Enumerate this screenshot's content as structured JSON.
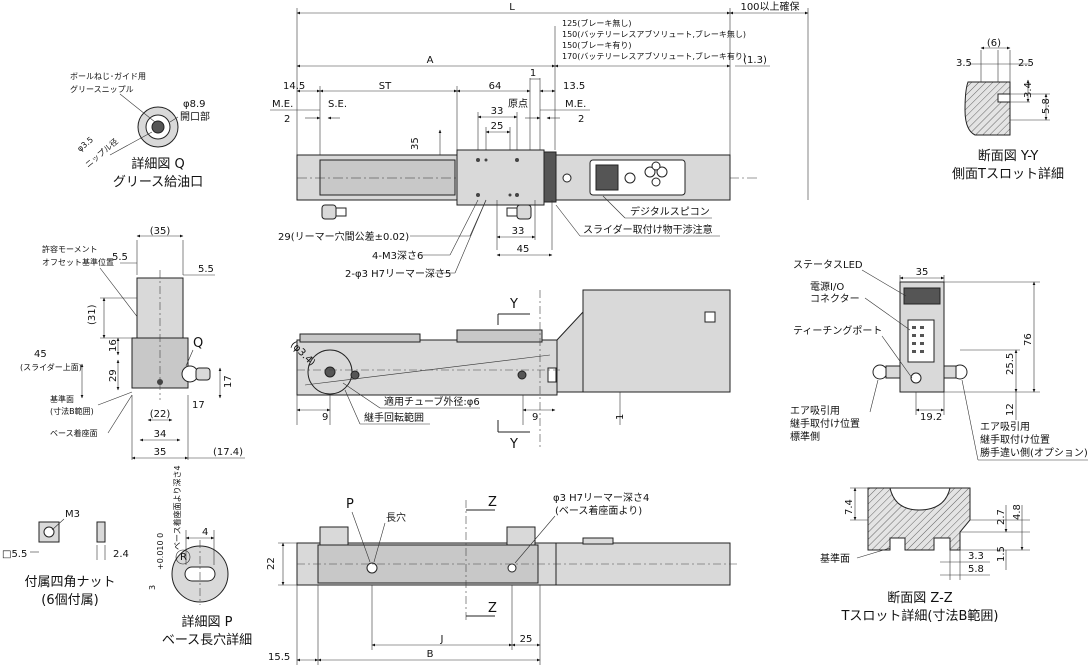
{
  "top_view": {
    "dim_L": "L",
    "dim_100": "100以上確保",
    "dim_A": "A",
    "note_125": "125(ブレーキ無し)",
    "note_150a": "150(バッテリーレスアブソリュート,ブレーキ無し)",
    "note_150b": "150(ブレーキ有り)",
    "note_170": "170(バッテリーレスアブソリュート,ブレーキ有り)",
    "dim_1_3": "(1.3)",
    "dim_14_5": "14.5",
    "dim_ST": "ST",
    "dim_64": "64",
    "dim_1": "1",
    "dim_13_5": "13.5",
    "me_left": "M.E.",
    "se": "S.E.",
    "origin": "原点",
    "me_right": "M.E.",
    "dim_2_left": "2",
    "dim_2_right": "2",
    "dim_33_top": "33",
    "dim_25_top": "25",
    "dim_35": "35",
    "dim_33_bottom": "33",
    "dim_45": "45",
    "note_29": "29(リーマー穴間公差±0.02)",
    "note_m3": "4-M3深さ6",
    "note_phi3": "2-φ3 H7リーマー深さ5",
    "note_digital": "デジタルスピコン",
    "note_slider": "スライダー取付け物干渉注意"
  },
  "detail_q": {
    "title": "詳細図 Q",
    "subtitle": "グリース給油口",
    "label_nipple": "ボールねじ･ガイド用",
    "label_nipple2": "グリースニップル",
    "dim_phi89": "φ8.9",
    "label_open": "開口部",
    "dim_phi35": "φ3.5",
    "label_nipple_dia": "ニップル径"
  },
  "section_yy": {
    "title": "断面図 Y-Y",
    "subtitle": "側面Tスロット詳細",
    "dim_6": "(6)",
    "dim_35": "3.5",
    "dim_25": "2.5",
    "dim_34": "3.4",
    "dim_58": "5.8"
  },
  "end_view_left": {
    "dim_35_top": "(35)",
    "dim_55a": "5.5",
    "dim_55b": "5.5",
    "label_moment": "許容モーメント",
    "label_offset": "オフセット基準位置",
    "dim_31": "(31)",
    "dim_16": "16",
    "label_q": "Q",
    "dim_45": "45",
    "label_slider_top": "(スライダー上面)",
    "dim_29": "29",
    "dim_17a": "17",
    "dim_17b": "17",
    "label_ref": "基準面",
    "label_ref2": "(寸法B範囲)",
    "label_base": "ベース着座面",
    "dim_22": "(22)",
    "dim_34": "34",
    "dim_35_bottom": "35",
    "dim_17_4": "(17.4)"
  },
  "side_view": {
    "dim_phi34": "(φ3.4)",
    "label_y_top": "Y",
    "label_y_bottom": "Y",
    "dim_9a": "9",
    "dim_9b": "9",
    "dim_1": "1",
    "note_tube": "適用チューブ外径:φ6",
    "note_joint": "継手回転範囲"
  },
  "end_view_right": {
    "label_status": "ステータスLED",
    "label_power": "電源I/O",
    "label_power2": "コネクター",
    "label_teach": "ティーチングポート",
    "dim_35": "35",
    "dim_76": "76",
    "dim_25_5": "25.5",
    "dim_12": "12",
    "dim_19_2": "19.2",
    "label_air1": "エア吸引用",
    "label_air1b": "継手取付け位置",
    "label_air1c": "標準側",
    "label_air2": "エア吸引用",
    "label_air2b": "継手取付け位置",
    "label_air2c": "勝手違い側(オプション)"
  },
  "bottom_view": {
    "label_p": "P",
    "label_slot": "長穴",
    "label_z_top": "Z",
    "label_z_bottom": "Z",
    "note_phi3": "φ3 H7リーマー深さ4",
    "note_phi3b": "(ベース着座面より)",
    "dim_22": "22",
    "dim_J": "J",
    "dim_25": "25",
    "dim_B": "B",
    "dim_15_5": "15.5"
  },
  "nut": {
    "label_m3": "M3",
    "dim_5_5": "□5.5",
    "dim_2_4": "2.4",
    "title": "付属四角ナット",
    "subtitle": "(6個付属)"
  },
  "detail_p": {
    "dim_3": "3",
    "dim_tol": "+0.010 0",
    "note_depth": "ベース着座面より深さ4",
    "dim_4": "4",
    "dim_R": "R",
    "title": "詳細図 P",
    "subtitle": "ベース長穴詳細"
  },
  "section_zz": {
    "dim_74": "7.4",
    "dim_27": "2.7",
    "dim_48": "4.8",
    "dim_15": "1.5",
    "label_ref": "基準面",
    "dim_33": "3.3",
    "dim_58": "5.8",
    "title": "断面図 Z-Z",
    "subtitle": "Tスロット詳細(寸法B範囲)"
  }
}
